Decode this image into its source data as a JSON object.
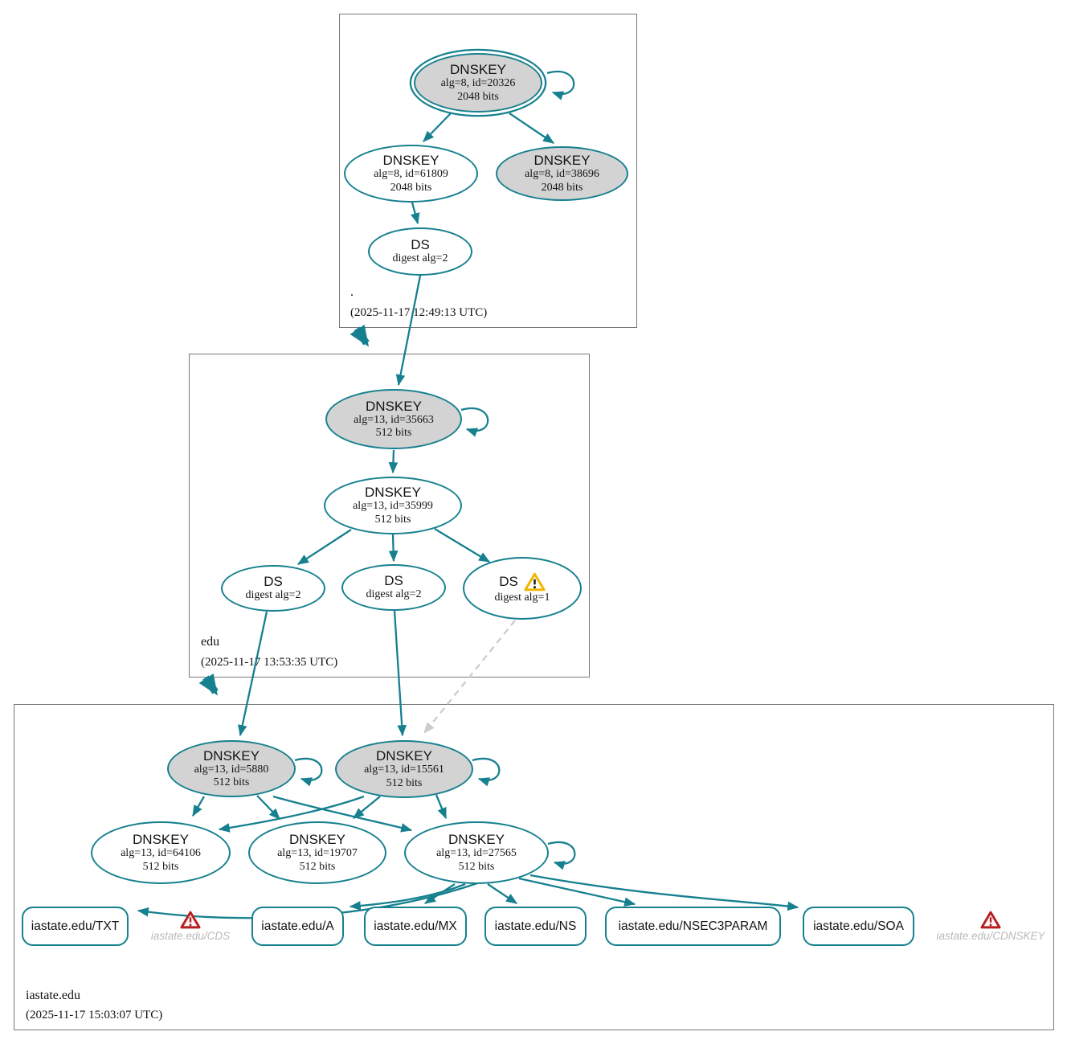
{
  "colors": {
    "edge": "#16808f",
    "node_fill": "#ffffff",
    "node_fill_sep": "#d3d3d3",
    "zone_border": "#787878",
    "warning": "#f2b600",
    "error": "#b51f1f",
    "insecure_edge": "#cccccc",
    "offline_text": "#b9b9b9"
  },
  "zones": {
    "root": {
      "label": ".",
      "timestamp": "(2025-11-17 12:49:13 UTC)",
      "nodes": {
        "ksk20326": {
          "title": "DNSKEY",
          "detail": "alg=8, id=20326",
          "bits": "2048 bits"
        },
        "zsk61809": {
          "title": "DNSKEY",
          "detail": "alg=8, id=61809",
          "bits": "2048 bits"
        },
        "key38696": {
          "title": "DNSKEY",
          "detail": "alg=8, id=38696",
          "bits": "2048 bits"
        },
        "ds": {
          "title": "DS",
          "detail": "digest alg=2"
        }
      }
    },
    "edu": {
      "label": "edu",
      "timestamp": "(2025-11-17 13:53:35 UTC)",
      "nodes": {
        "ksk35663": {
          "title": "DNSKEY",
          "detail": "alg=13, id=35663",
          "bits": "512 bits"
        },
        "zsk35999": {
          "title": "DNSKEY",
          "detail": "alg=13, id=35999",
          "bits": "512 bits"
        },
        "ds1": {
          "title": "DS",
          "detail": "digest alg=2"
        },
        "ds2": {
          "title": "DS",
          "detail": "digest alg=2"
        },
        "ds3": {
          "title": "DS",
          "detail": "digest alg=1"
        }
      }
    },
    "iastate": {
      "label": "iastate.edu",
      "timestamp": "(2025-11-17 15:03:07 UTC)",
      "nodes": {
        "ksk5880": {
          "title": "DNSKEY",
          "detail": "alg=13, id=5880",
          "bits": "512 bits"
        },
        "ksk15561": {
          "title": "DNSKEY",
          "detail": "alg=13, id=15561",
          "bits": "512 bits"
        },
        "key64106": {
          "title": "DNSKEY",
          "detail": "alg=13, id=64106",
          "bits": "512 bits"
        },
        "key19707": {
          "title": "DNSKEY",
          "detail": "alg=13, id=19707",
          "bits": "512 bits"
        },
        "key27565": {
          "title": "DNSKEY",
          "detail": "alg=13, id=27565",
          "bits": "512 bits"
        }
      },
      "rrsets": [
        {
          "label": "iastate.edu/TXT"
        },
        {
          "label": "iastate.edu/A"
        },
        {
          "label": "iastate.edu/MX"
        },
        {
          "label": "iastate.edu/NS"
        },
        {
          "label": "iastate.edu/NSEC3PARAM"
        },
        {
          "label": "iastate.edu/SOA"
        }
      ],
      "missing": [
        {
          "label": "iastate.edu/CDS"
        },
        {
          "label": "iastate.edu/CDNSKEY"
        }
      ]
    }
  }
}
